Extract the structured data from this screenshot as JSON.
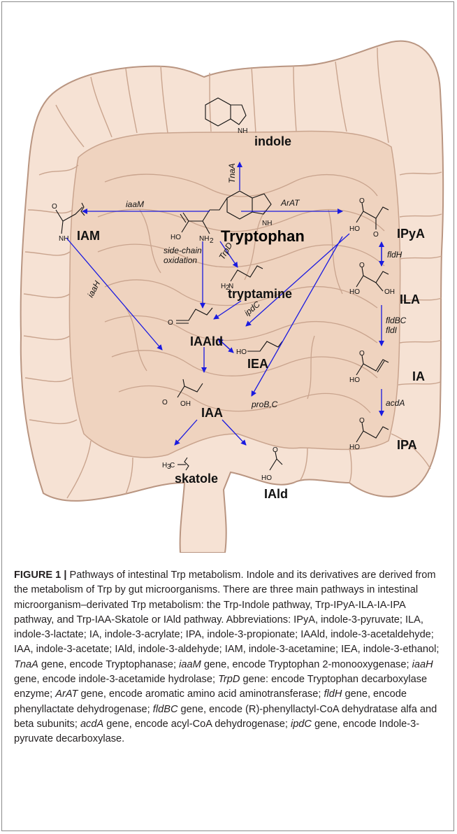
{
  "diagram": {
    "compounds": {
      "indole": "indole",
      "tryptophan": "Tryptophan",
      "iam": "IAM",
      "ipya": "IPyA",
      "ila": "ILA",
      "ia": "IA",
      "ipa": "IPA",
      "tryptamine": "tryptamine",
      "iaald": "IAAld",
      "iea": "IEA",
      "iaa": "IAA",
      "skatole": "skatole",
      "iald": "IAld"
    },
    "genes": {
      "tnaa": "TnaA",
      "iaam": "iaaM",
      "arat": "ArAT",
      "trpd": "TrpD",
      "iaah": "iaaH",
      "sidechain_1": "side-chain",
      "sidechain_2": "oxidation",
      "fldh": "fldH",
      "fldbc": "fldBC",
      "fldi": "fldI",
      "ipdc": "ipdC",
      "acda": "acdA",
      "probc": "proB,C"
    },
    "atoms": {
      "nh": "NH",
      "nh2": "NH",
      "sub2": "2",
      "ho": "HO",
      "o": "O",
      "oh": "OH",
      "h2n": "H",
      "h3c": "H",
      "sub3": "3",
      "c": "C",
      "n": "N"
    },
    "colors": {
      "arrow": "#1a1ae0",
      "intestine_fill": "#f6e2d4",
      "intestine_stroke": "#b99581"
    }
  },
  "caption": {
    "label": "FIGURE 1 |",
    "s1": " Pathways of intestinal Trp metabolism. Indole and its derivatives are derived from the metabolism of Trp by gut microorganisms. There are three main pathways in intestinal microorganism–derivated Trp metabolism: the Trp-Indole pathway, Trp-IPyA-ILA-IA-IPA pathway, and Trp-IAA-Skatole or IAld pathway. Abbreviations: IPyA, indole-3-pyruvate; ILA, indole-3-lactate; IA, indole-3-acrylate; IPA, indole-3-propionate; IAAld, indole-3-acetaldehyde; IAA, indole-3-acetate; IAld, indole-3-aldehyde; IAM, indole-3-acetamine; IEA, indole-3-ethanol; ",
    "g1": "TnaA",
    "s2": " gene, encode Tryptophanase; ",
    "g2": "iaaM",
    "s3": " gene, encode Tryptophan 2-monooxygenase; ",
    "g3": "iaaH",
    "s4": " gene, encode indole-3-acetamide hydrolase; ",
    "g4": "TrpD",
    "s5": " gene: encode Tryptophan decarboxylase enzyme; ",
    "g5": "ArAT",
    "s6": " gene, encode aromatic amino acid aminotransferase; ",
    "g6": "fldH",
    "s7": " gene, encode phenyllactate dehydrogenase; ",
    "g7": "fldBC",
    "s8": " gene, encode (R)-phenyllactyl-CoA dehydratase alfa and beta subunits; ",
    "g8": "acdA",
    "s9": " gene, encode acyl-CoA dehydrogenase; ",
    "g9": "ipdC",
    "s10": " gene, encode Indole-3-pyruvate decarboxylase."
  }
}
